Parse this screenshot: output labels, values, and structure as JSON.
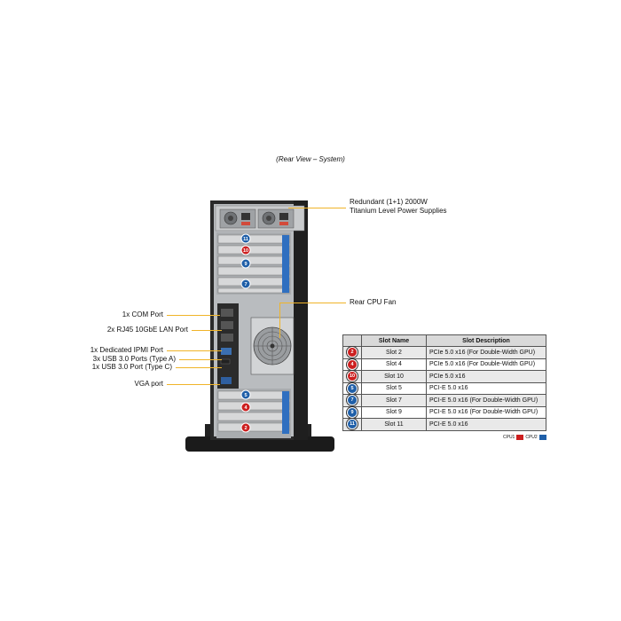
{
  "caption": "(Rear View – System)",
  "callouts": {
    "power_line1": "Redundant (1+1) 2000W",
    "power_line2": "Titanium Level Power Supplies",
    "cpu_fan": "Rear CPU Fan",
    "com": "1x COM Port",
    "lan": "2x RJ45 10GbE LAN Port",
    "ipmi": "1x Dedicated IPMI Port",
    "usb_a": "3x USB 3.0 Ports (Type A)",
    "usb_c": "1x USB 3.0 Port (Type C)",
    "vga": "VGA port"
  },
  "table": {
    "headers": [
      "",
      "Slot Name",
      "Slot Description"
    ],
    "rows": [
      {
        "badge": "2",
        "cpu": "cpu1",
        "name": "Slot 2",
        "desc": "PCIe 5.0 x16 (For Double-Width GPU)"
      },
      {
        "badge": "4",
        "cpu": "cpu1",
        "name": "Slot 4",
        "desc": "PCIe 5.0 x16 (For Double-Width GPU)"
      },
      {
        "badge": "10",
        "cpu": "cpu1",
        "name": "Slot 10",
        "desc": "PCIe 5.0 x16"
      },
      {
        "badge": "5",
        "cpu": "cpu2",
        "name": "Slot 5",
        "desc": "PCI-E 5.0 x16"
      },
      {
        "badge": "7",
        "cpu": "cpu2",
        "name": "Slot 7",
        "desc": "PCI-E 5.0 x16 (For Double-Width GPU)"
      },
      {
        "badge": "9",
        "cpu": "cpu2",
        "name": "Slot 9",
        "desc": "PCI-E 5.0 x16 (For Double-Width GPU)"
      },
      {
        "badge": "11",
        "cpu": "cpu2",
        "name": "Slot 11",
        "desc": "PCI-E 5.0 x16"
      }
    ]
  },
  "legend": {
    "cpu1": "CPU1",
    "cpu2": "CPU2"
  },
  "colors": {
    "cpu1": "#cc1f1f",
    "cpu2": "#1f5fa8",
    "callout_line": "#f0b429"
  },
  "chassis_badges": [
    "11",
    "10",
    "9",
    "7",
    "5",
    "4",
    "2"
  ]
}
